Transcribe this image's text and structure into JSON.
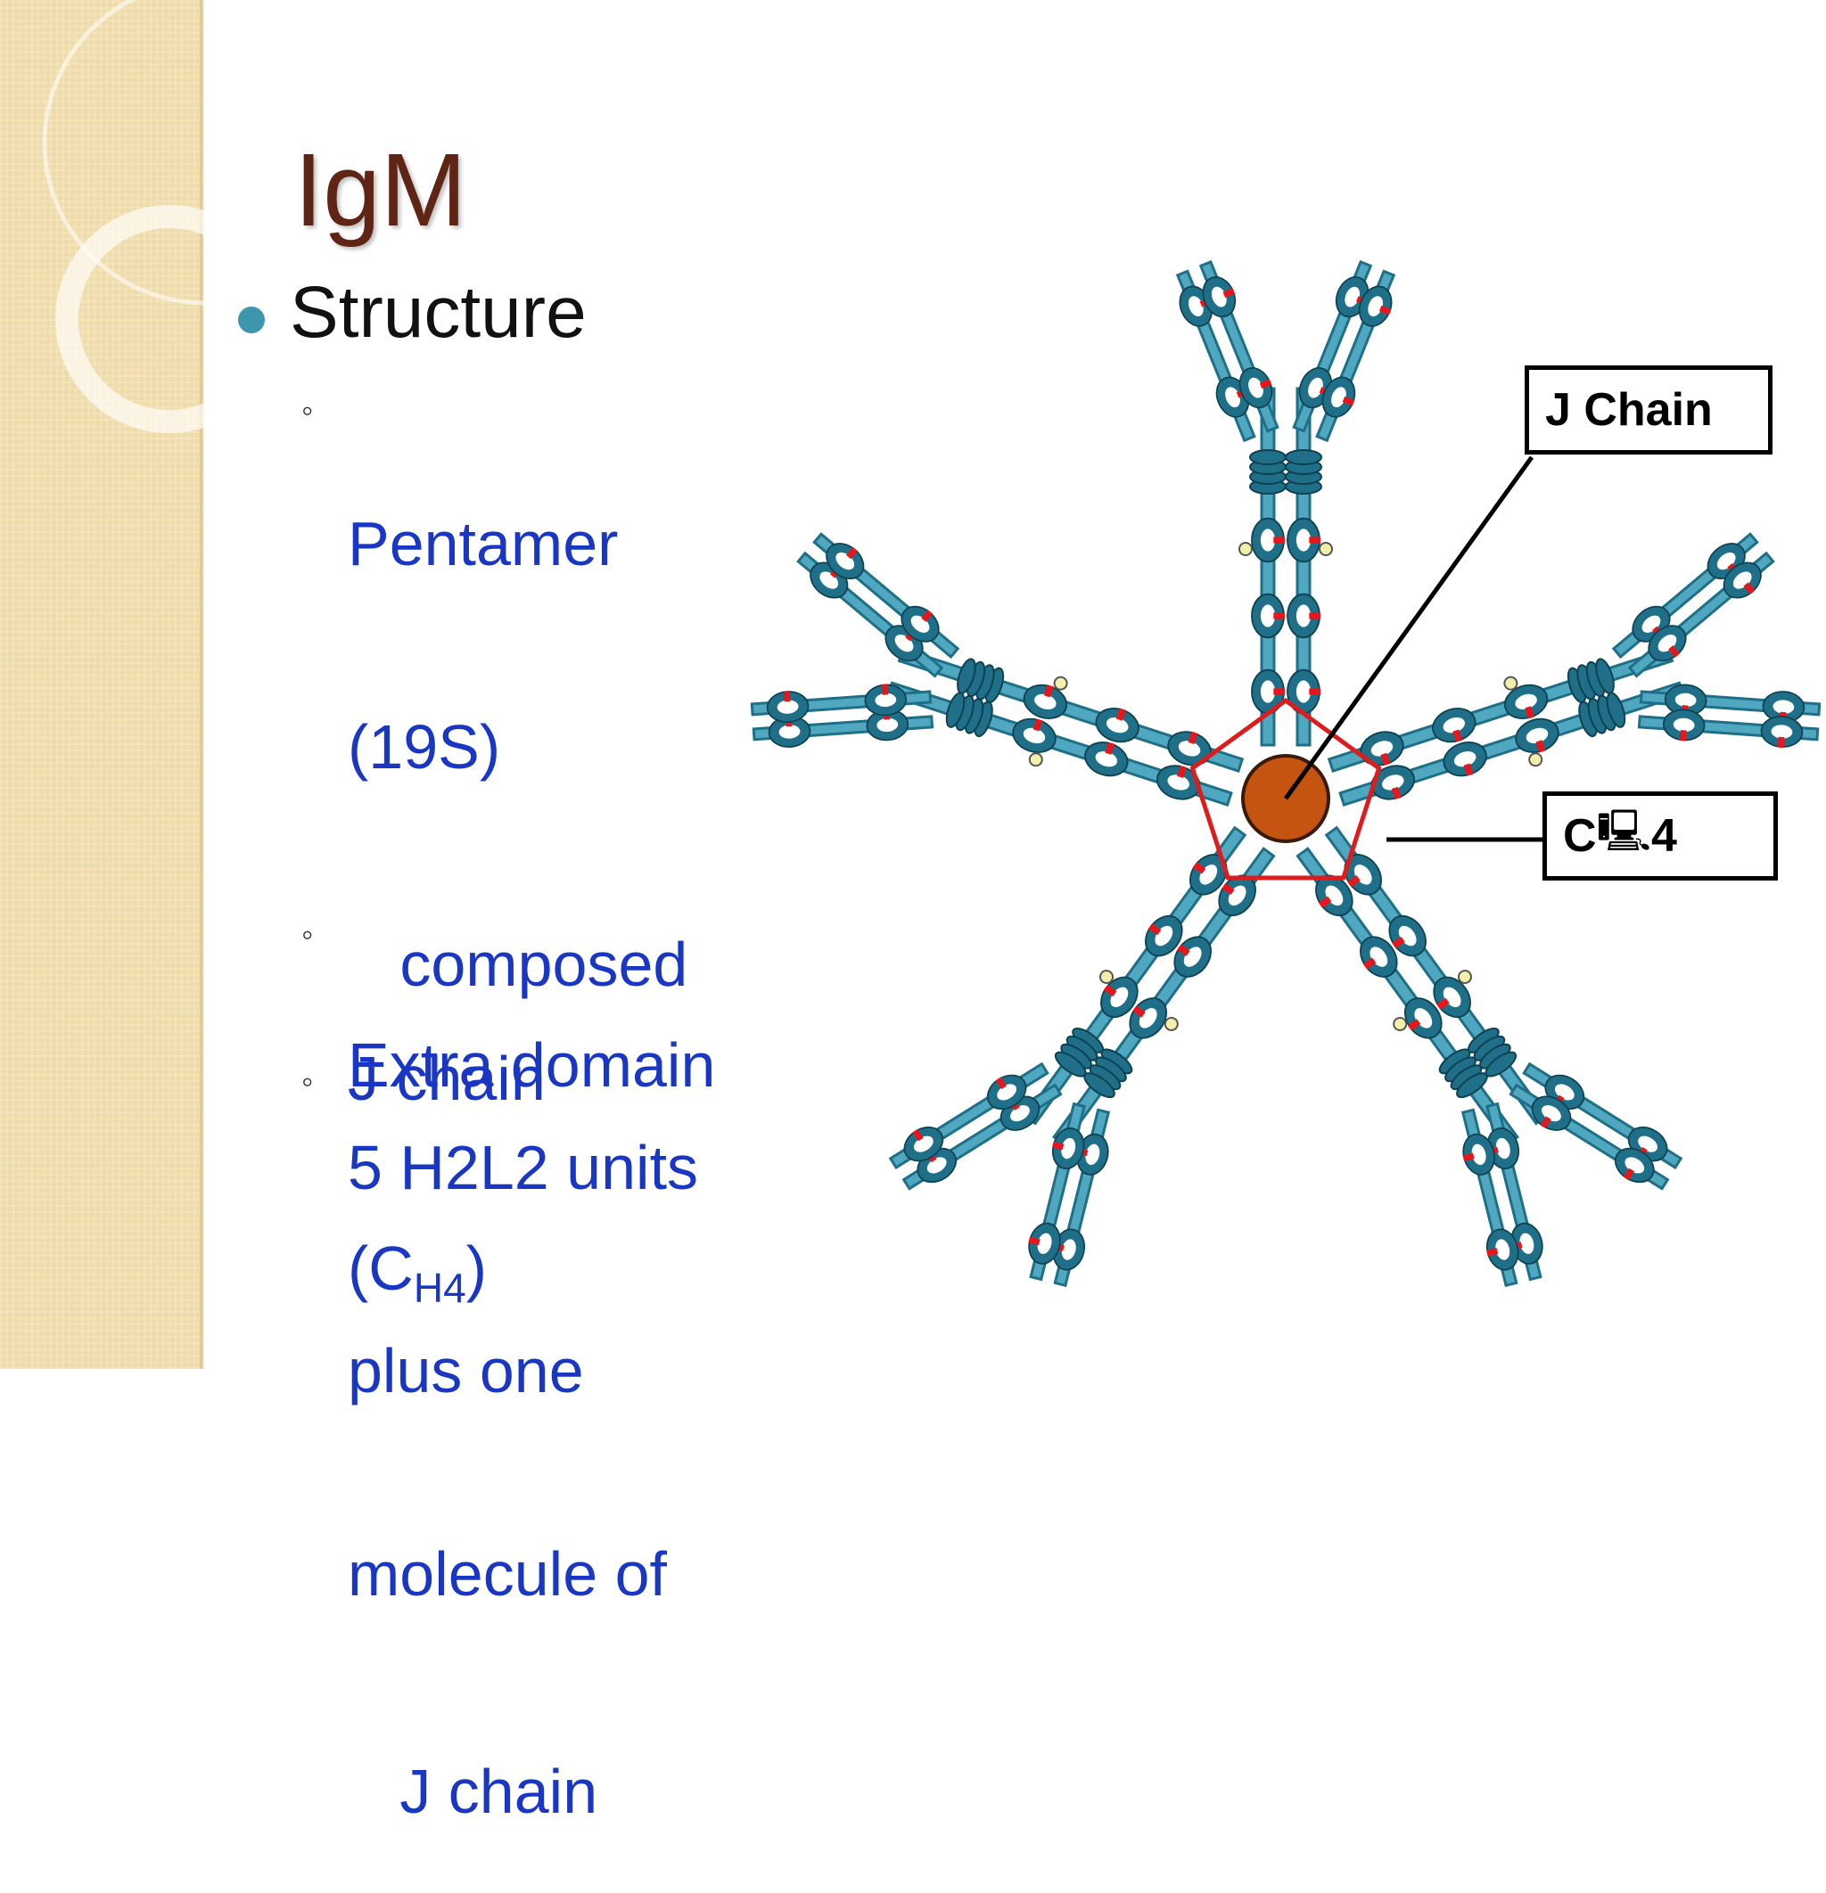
{
  "slide": {
    "title": "IgM",
    "bullet": "Structure",
    "items": [
      {
        "marker": "◦",
        "lines": [
          "Pentamer",
          "(19S)",
          "   composed",
          "5 H2L2 units",
          "plus one",
          "molecule of",
          "   J chain"
        ]
      },
      {
        "marker": "◦",
        "text_before": "Extra domain",
        "text_paren_open": "(C",
        "subscript": "H4",
        "text_paren_close": ")"
      },
      {
        "marker": "◦",
        "text": "J chain"
      }
    ]
  },
  "diagram": {
    "labels": {
      "j_chain": "J Chain",
      "ch4_prefix": "C",
      "ch4_glyph": "🖳",
      "ch4_suffix": "4"
    },
    "colors": {
      "domain": "#1e6f87",
      "domain_inner": "#4fa8c0",
      "disulfide": "#e8161b",
      "pentagon": "#dd1d1d",
      "j_chain_fill": "#c4540f",
      "carbohydrate": "#f2f0a8",
      "title": "#5e2414",
      "bullet": "#3d96ad",
      "sub_text": "#1a37c4"
    }
  }
}
